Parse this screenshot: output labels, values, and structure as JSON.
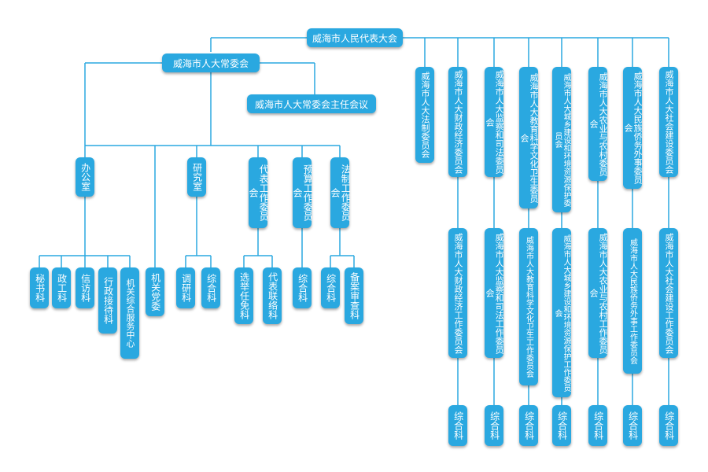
{
  "nodes": {
    "congress": "威海市人民代表大会",
    "standing": "威海市人大常委会",
    "chairmen": "威海市人大常委会主任会议",
    "office": "办公室",
    "party": "机关党委",
    "research": "研究室",
    "deputies": "代表工作委员会",
    "budget": "预算工作委员会",
    "legal_wc": "法制工作委员会",
    "mishu": "秘书科",
    "zhenggong": "政工科",
    "xinfang": "信访科",
    "xingzheng": "行政接待科",
    "jiguan": "机关综合服务中心",
    "diaoyan": "调研科",
    "research_zh": "综合科",
    "xuanju": "选举任免科",
    "lianluo": "代表联络科",
    "budget_zh": "综合科",
    "legal_zh": "综合科",
    "beian": "备案审查科",
    "c_fazhi": "威海市人大法制委员会",
    "c_caizheng": "威海市人大财政经济委员会",
    "c_jiancha": "威海市人大监察和司法委员会",
    "c_jiaoyu": "威海市人大教育科学文化卫生委员会",
    "c_chengxiang": "威海市人大城乡建设和环境资源保护委员会",
    "c_nongye": "威海市人大农业与农村委员会",
    "c_minzu": "威海市人大民族侨务外事委员会",
    "c_shehui": "威海市人大社会建设委员会",
    "w_caizheng": "威海市人大财政经济工作委员会",
    "w_jiancha": "威海市人大监察和司法工作委员会",
    "w_jiaoyu": "威海市人大教育科学文化卫生工作委员会",
    "w_chengxiang": "威海市人大城乡建设和环境资源保护工作委员会",
    "w_nongye": "威海市人大农业与农村工作委员会",
    "w_minzu": "威海市人大民族侨务外事工作委员会",
    "w_shehui": "威海市人大社会建设工作委员会",
    "z_caizheng": "综合科",
    "z_jiancha": "综合科",
    "z_jiaoyu": "综合科",
    "z_chengxiang": "综合科",
    "z_nongye": "综合科",
    "z_minzu": "综合科",
    "z_shehui": "综合科"
  },
  "colors": {
    "box": "#2aa8e0",
    "line": "#2aa8e0",
    "text": "#ffffff"
  }
}
